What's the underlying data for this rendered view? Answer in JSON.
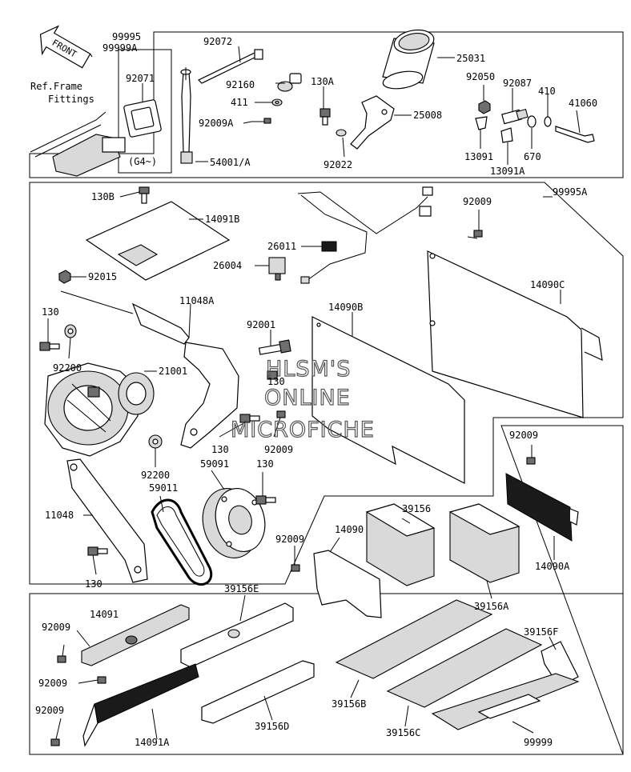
{
  "header": {
    "front_label": "FRONT",
    "ref_line1": "Ref.Frame",
    "ref_line2": "Fittings"
  },
  "kit_labels": {
    "kit_main": "99995",
    "kit_main_alt": "99999A",
    "inset_note": "(G4~)"
  },
  "watermark": {
    "line1": "HLSM'S",
    "line2": "ONLINE",
    "line3": "MICROFICHE"
  },
  "parts": {
    "p92072": "92072",
    "p92071": "92071",
    "p92160": "92160",
    "p130A": "130A",
    "p411": "411",
    "p92009A": "92009A",
    "p54001": "54001/A",
    "p25031": "25031",
    "p25008": "25008",
    "p92022": "92022",
    "p92050": "92050",
    "p92087": "92087",
    "p410": "410",
    "p41060": "41060",
    "p13091": "13091",
    "p13091A": "13091A",
    "p670": "670",
    "p130B": "130B",
    "p14091B": "14091B",
    "p26011": "26011",
    "p26004": "26004",
    "p92015": "92015",
    "p11048A": "11048A",
    "p92001": "92001",
    "p14090B": "14090B",
    "p92009_a": "92009",
    "p99995A": "99995A",
    "p14090C": "14090C",
    "p130_a": "130",
    "p92200_a": "92200",
    "p21001": "21001",
    "p130_b": "130",
    "p130_c": "130",
    "p92009_b": "92009",
    "p92009_c": "92009",
    "p92200_b": "92200",
    "p59091": "59091",
    "p130_d": "130",
    "p59011": "59011",
    "p11048": "11048",
    "p130_e": "130",
    "p39156": "39156",
    "p92009_d": "92009",
    "p14090": "14090",
    "p14090A": "14090A",
    "p39156A": "39156A",
    "p92009_e": "92009",
    "p14091": "14091",
    "p39156E": "39156E",
    "p92009_f": "92009",
    "p92009_g": "92009",
    "p14091A": "14091A",
    "p39156D": "39156D",
    "p39156F": "39156F",
    "p39156B": "39156B",
    "p39156C": "39156C",
    "p99999": "99999"
  }
}
